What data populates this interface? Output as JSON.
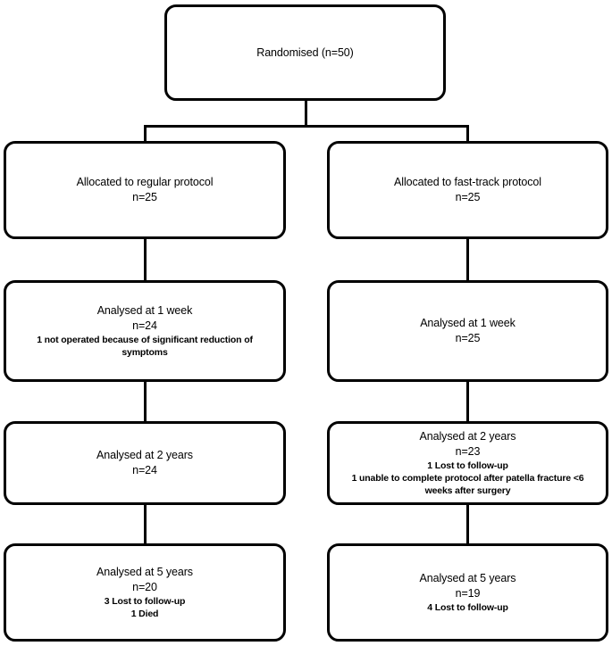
{
  "diagram": {
    "title": "CONSORT participant flow diagram",
    "type": "flowchart",
    "colors": {
      "stroke": "#000000",
      "fill": "#ffffff",
      "text": "#000000"
    },
    "nodes": {
      "randomised": {
        "main": "Randomised (n=50)",
        "count": "",
        "note1": "",
        "note2": ""
      },
      "alloc_regular": {
        "main": "Allocated to regular protocol",
        "count": "n=25",
        "note1": "",
        "note2": ""
      },
      "alloc_fast": {
        "main": "Allocated to fast-track protocol",
        "count": "n=25",
        "note1": "",
        "note2": ""
      },
      "week1_regular": {
        "main": "Analysed at 1 week",
        "count": "n=24",
        "note1": "1 not operated because of significant reduction of symptoms",
        "note2": ""
      },
      "week1_fast": {
        "main": "Analysed at 1 week",
        "count": "n=25",
        "note1": "",
        "note2": ""
      },
      "year2_regular": {
        "main": "Analysed at 2 years",
        "count": "n=24",
        "note1": "",
        "note2": ""
      },
      "year2_fast": {
        "main": "Analysed at 2 years",
        "count": "n=23",
        "note1": "1 Lost to follow-up",
        "note2": "1 unable to complete protocol after patella fracture <6 weeks after surgery"
      },
      "year5_regular": {
        "main": "Analysed at 5 years",
        "count": "n=20",
        "note1": "3 Lost to follow-up",
        "note2": "1 Died"
      },
      "year5_fast": {
        "main": "Analysed at 5 years",
        "count": "n=19",
        "note1": "4 Lost to follow-up",
        "note2": ""
      }
    }
  }
}
